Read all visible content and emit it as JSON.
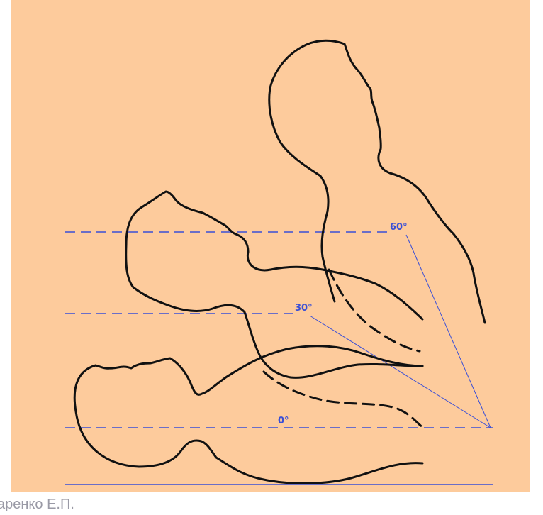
{
  "diagram": {
    "angles": [
      {
        "label": "0°"
      },
      {
        "label": "30°"
      },
      {
        "label": "60°"
      }
    ]
  },
  "credit": "аренко Е.П.",
  "colors": {
    "background": "#fdcb9c",
    "guide_lines": "#3a4fd6",
    "outline": "#111111",
    "credit_text": "#9a9aa6"
  }
}
